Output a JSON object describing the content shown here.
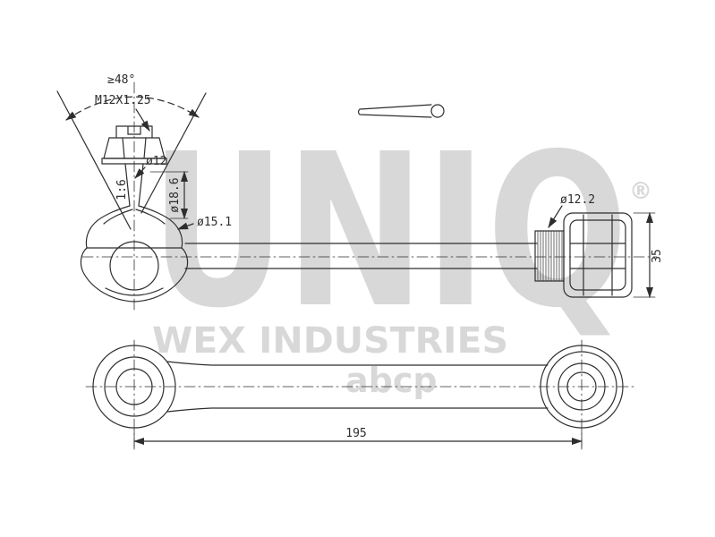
{
  "watermark": {
    "brand": "UNIQ",
    "registered": "®",
    "subtitle": "WEX INDUSTRIES",
    "logo": "abcp"
  },
  "dimensions": {
    "cone_angle": "≥48°",
    "thread_spec": "M12X1.25",
    "stud_diameter": "ø12",
    "taper": "1:6",
    "boot_diameter": "ø18.6",
    "socket_diameter": "ø15.1",
    "bushing_bore": "ø12.2",
    "bushing_width": "35",
    "arm_length": "195"
  },
  "colors": {
    "line": "#2e2e2e",
    "watermark": "#d8d8d8",
    "background": "#ffffff"
  }
}
